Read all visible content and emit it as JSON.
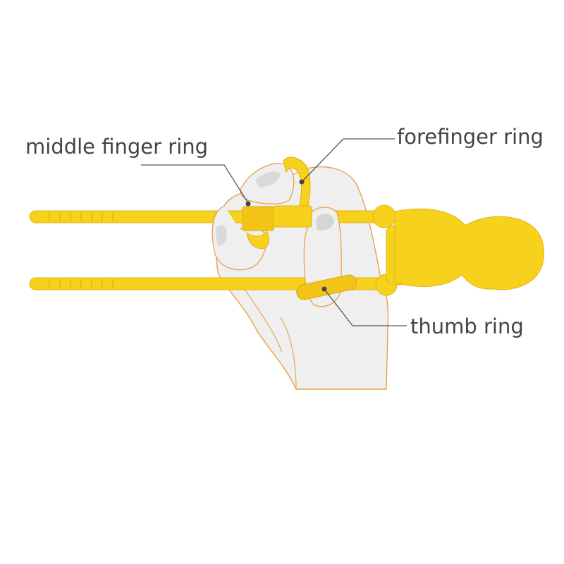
{
  "labels": {
    "middle_finger_ring": "middle finger ring",
    "forefinger_ring": "forefinger ring",
    "thumb_ring": "thumb ring"
  },
  "colors": {
    "chopstick_yellow": "#F6D21C",
    "ring_yellow": "#F2C417",
    "hand_fill": "#EFEFEF",
    "hand_outline": "#E8A24A",
    "leader_line": "#555555",
    "label_text": "#444444"
  }
}
